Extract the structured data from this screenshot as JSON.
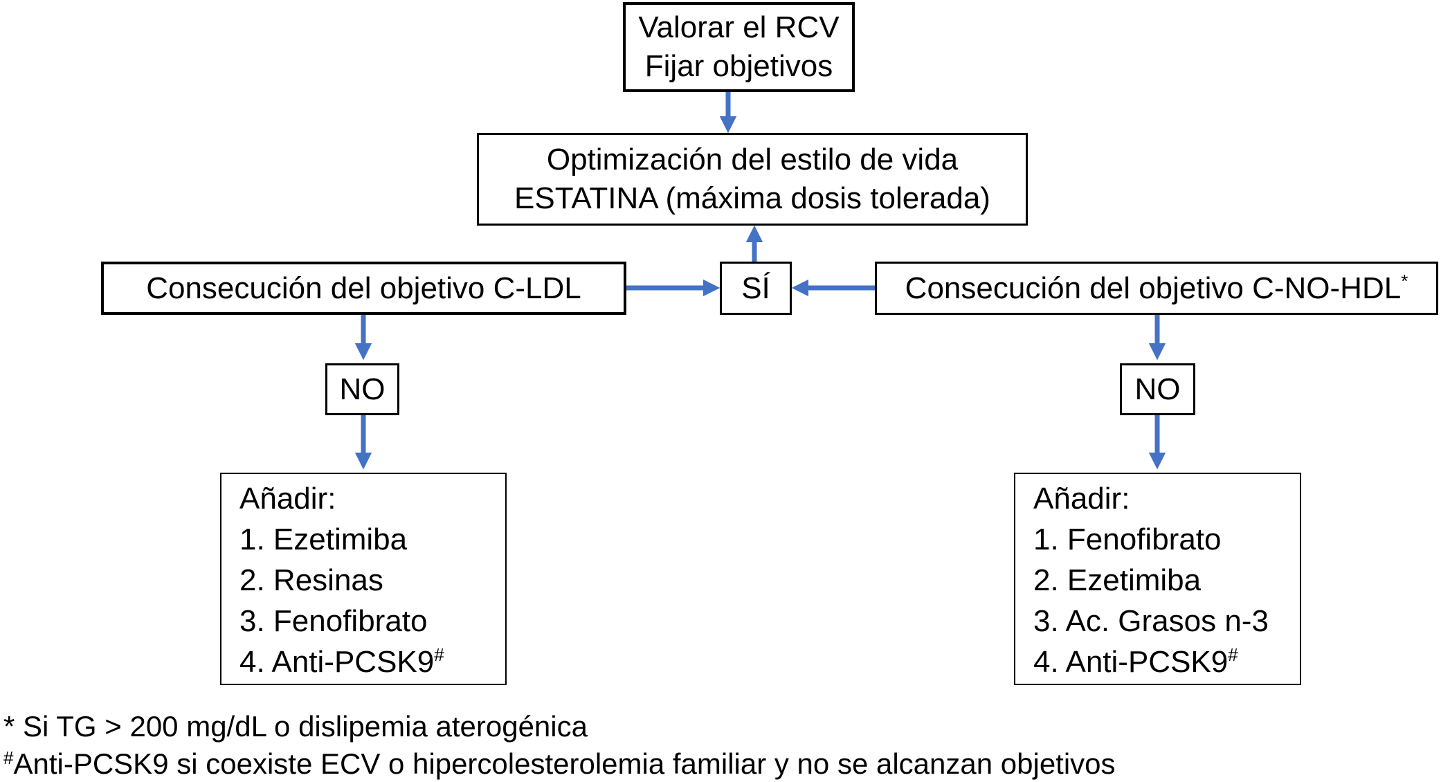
{
  "colors": {
    "arrow_blue": "#4472C4",
    "box_border": "#000000",
    "text_color": "#000000",
    "background": "#FFFFFF"
  },
  "flowchart": {
    "assess_box": {
      "line1": "Valorar el RCV",
      "line2": "Fijar objetivos"
    },
    "treatment_box": {
      "line1": "Optimización del estilo de vida",
      "line2": "ESTATINA (máxima dosis tolerada)"
    },
    "ldl_goal_box": {
      "label": "Consecución del objetivo C-LDL"
    },
    "yes_box": {
      "label": "SÍ"
    },
    "nonhdl_goal_box": {
      "label": "Consecución del objetivo C-NO-HDL",
      "superscript": "*"
    },
    "ldl_no_box": {
      "label": "NO"
    },
    "nonhdl_no_box": {
      "label": "NO"
    },
    "ldl_add_box": {
      "title": "Añadir:",
      "item1": "1. Ezetimiba",
      "item2": "2. Resinas",
      "item3": "3. Fenofibrato",
      "item4": "4. Anti-PCSK9",
      "item4_superscript": "#"
    },
    "nonhdl_add_box": {
      "title": "Añadir:",
      "item1": "1. Fenofibrato",
      "item2": "2. Ezetimiba",
      "item3": "3. Ac. Grasos n-3",
      "item4": "4. Anti-PCSK9",
      "item4_superscript": "#"
    }
  },
  "footnotes": {
    "note1": "* Si TG > 200 mg/dL o dislipemia aterogénica",
    "note2_superscript": "#",
    "note2": "Anti-PCSK9 si coexiste ECV o hipercolesterolemia familiar y no se alcanzan objetivos"
  }
}
